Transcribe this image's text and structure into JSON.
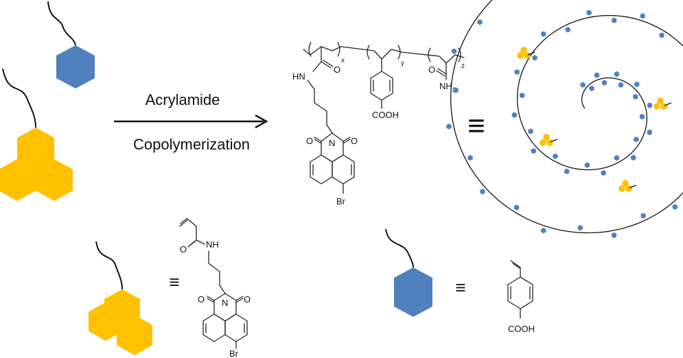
{
  "colors": {
    "blue_monomer": "#4f81bd",
    "yellow_monomer": "#ffc000",
    "ink": "#111111",
    "background": "#ffffff"
  },
  "icons": {
    "blue_monomer": "hexagon-icon",
    "yellow_monomer": "trimer-hexagon-icon"
  },
  "reaction": {
    "reagent": "Acrylamide",
    "process": "Copolymerization",
    "arrow": "reaction-arrow"
  },
  "polymer": {
    "subscript_x": "x",
    "subscript_y": "y",
    "subscript_z": "z",
    "amide_nh": "HN",
    "carbonyl_o": "O",
    "acid": "COOH",
    "amine_n": "NH",
    "amine_sub": "2",
    "imide_n": "N",
    "imide_o_left": "O",
    "imide_o_right": "O",
    "bromo": "Br"
  },
  "equivalence_symbol": "≡",
  "legend": {
    "yellow": {
      "amide_nh": "NH",
      "carbonyl_o": "O",
      "imide_n": "N",
      "imide_o_left": "O",
      "imide_o_right": "O",
      "bromo": "Br"
    },
    "blue": {
      "acid": "COOH"
    }
  }
}
